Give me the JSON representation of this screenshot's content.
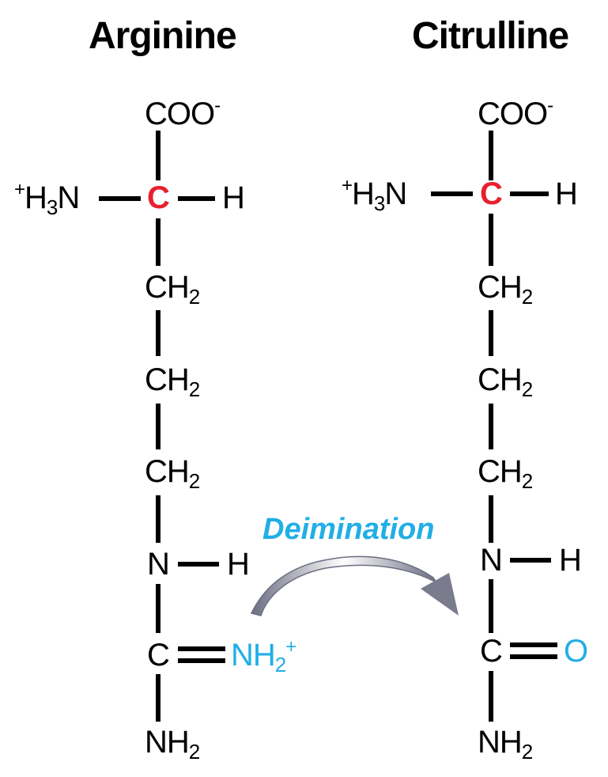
{
  "titles": {
    "left": "Arginine",
    "right": "Citrulline"
  },
  "molecules": {
    "arginine": {
      "carboxylate": {
        "base": "COO",
        "charge": "-"
      },
      "amine": {
        "charge": "+",
        "pre": "H",
        "sub": "3",
        "post": "N"
      },
      "alpha_carbon": "C",
      "alpha_h": "H",
      "ch2_1": {
        "base": "CH",
        "sub": "2"
      },
      "ch2_2": {
        "base": "CH",
        "sub": "2"
      },
      "ch2_3": {
        "base": "CH",
        "sub": "2"
      },
      "nitrogen": "N",
      "n_h": "H",
      "carbon": "C",
      "double_group": {
        "base": "NH",
        "sub": "2",
        "charge": "+"
      },
      "terminal": {
        "base": "NH",
        "sub": "2"
      }
    },
    "citrulline": {
      "carboxylate": {
        "base": "COO",
        "charge": "-"
      },
      "amine": {
        "charge": "+",
        "pre": "H",
        "sub": "3",
        "post": "N"
      },
      "alpha_carbon": "C",
      "alpha_h": "H",
      "ch2_1": {
        "base": "CH",
        "sub": "2"
      },
      "ch2_2": {
        "base": "CH",
        "sub": "2"
      },
      "ch2_3": {
        "base": "CH",
        "sub": "2"
      },
      "nitrogen": "N",
      "n_h": "H",
      "carbon": "C",
      "double_group": "O",
      "terminal": {
        "base": "NH",
        "sub": "2"
      }
    }
  },
  "reaction": {
    "label": "Deimination",
    "arrow_color": "#7a7c8e"
  },
  "colors": {
    "alpha_carbon": "#e8202e",
    "highlight": "#22aee6",
    "text": "#000000"
  }
}
